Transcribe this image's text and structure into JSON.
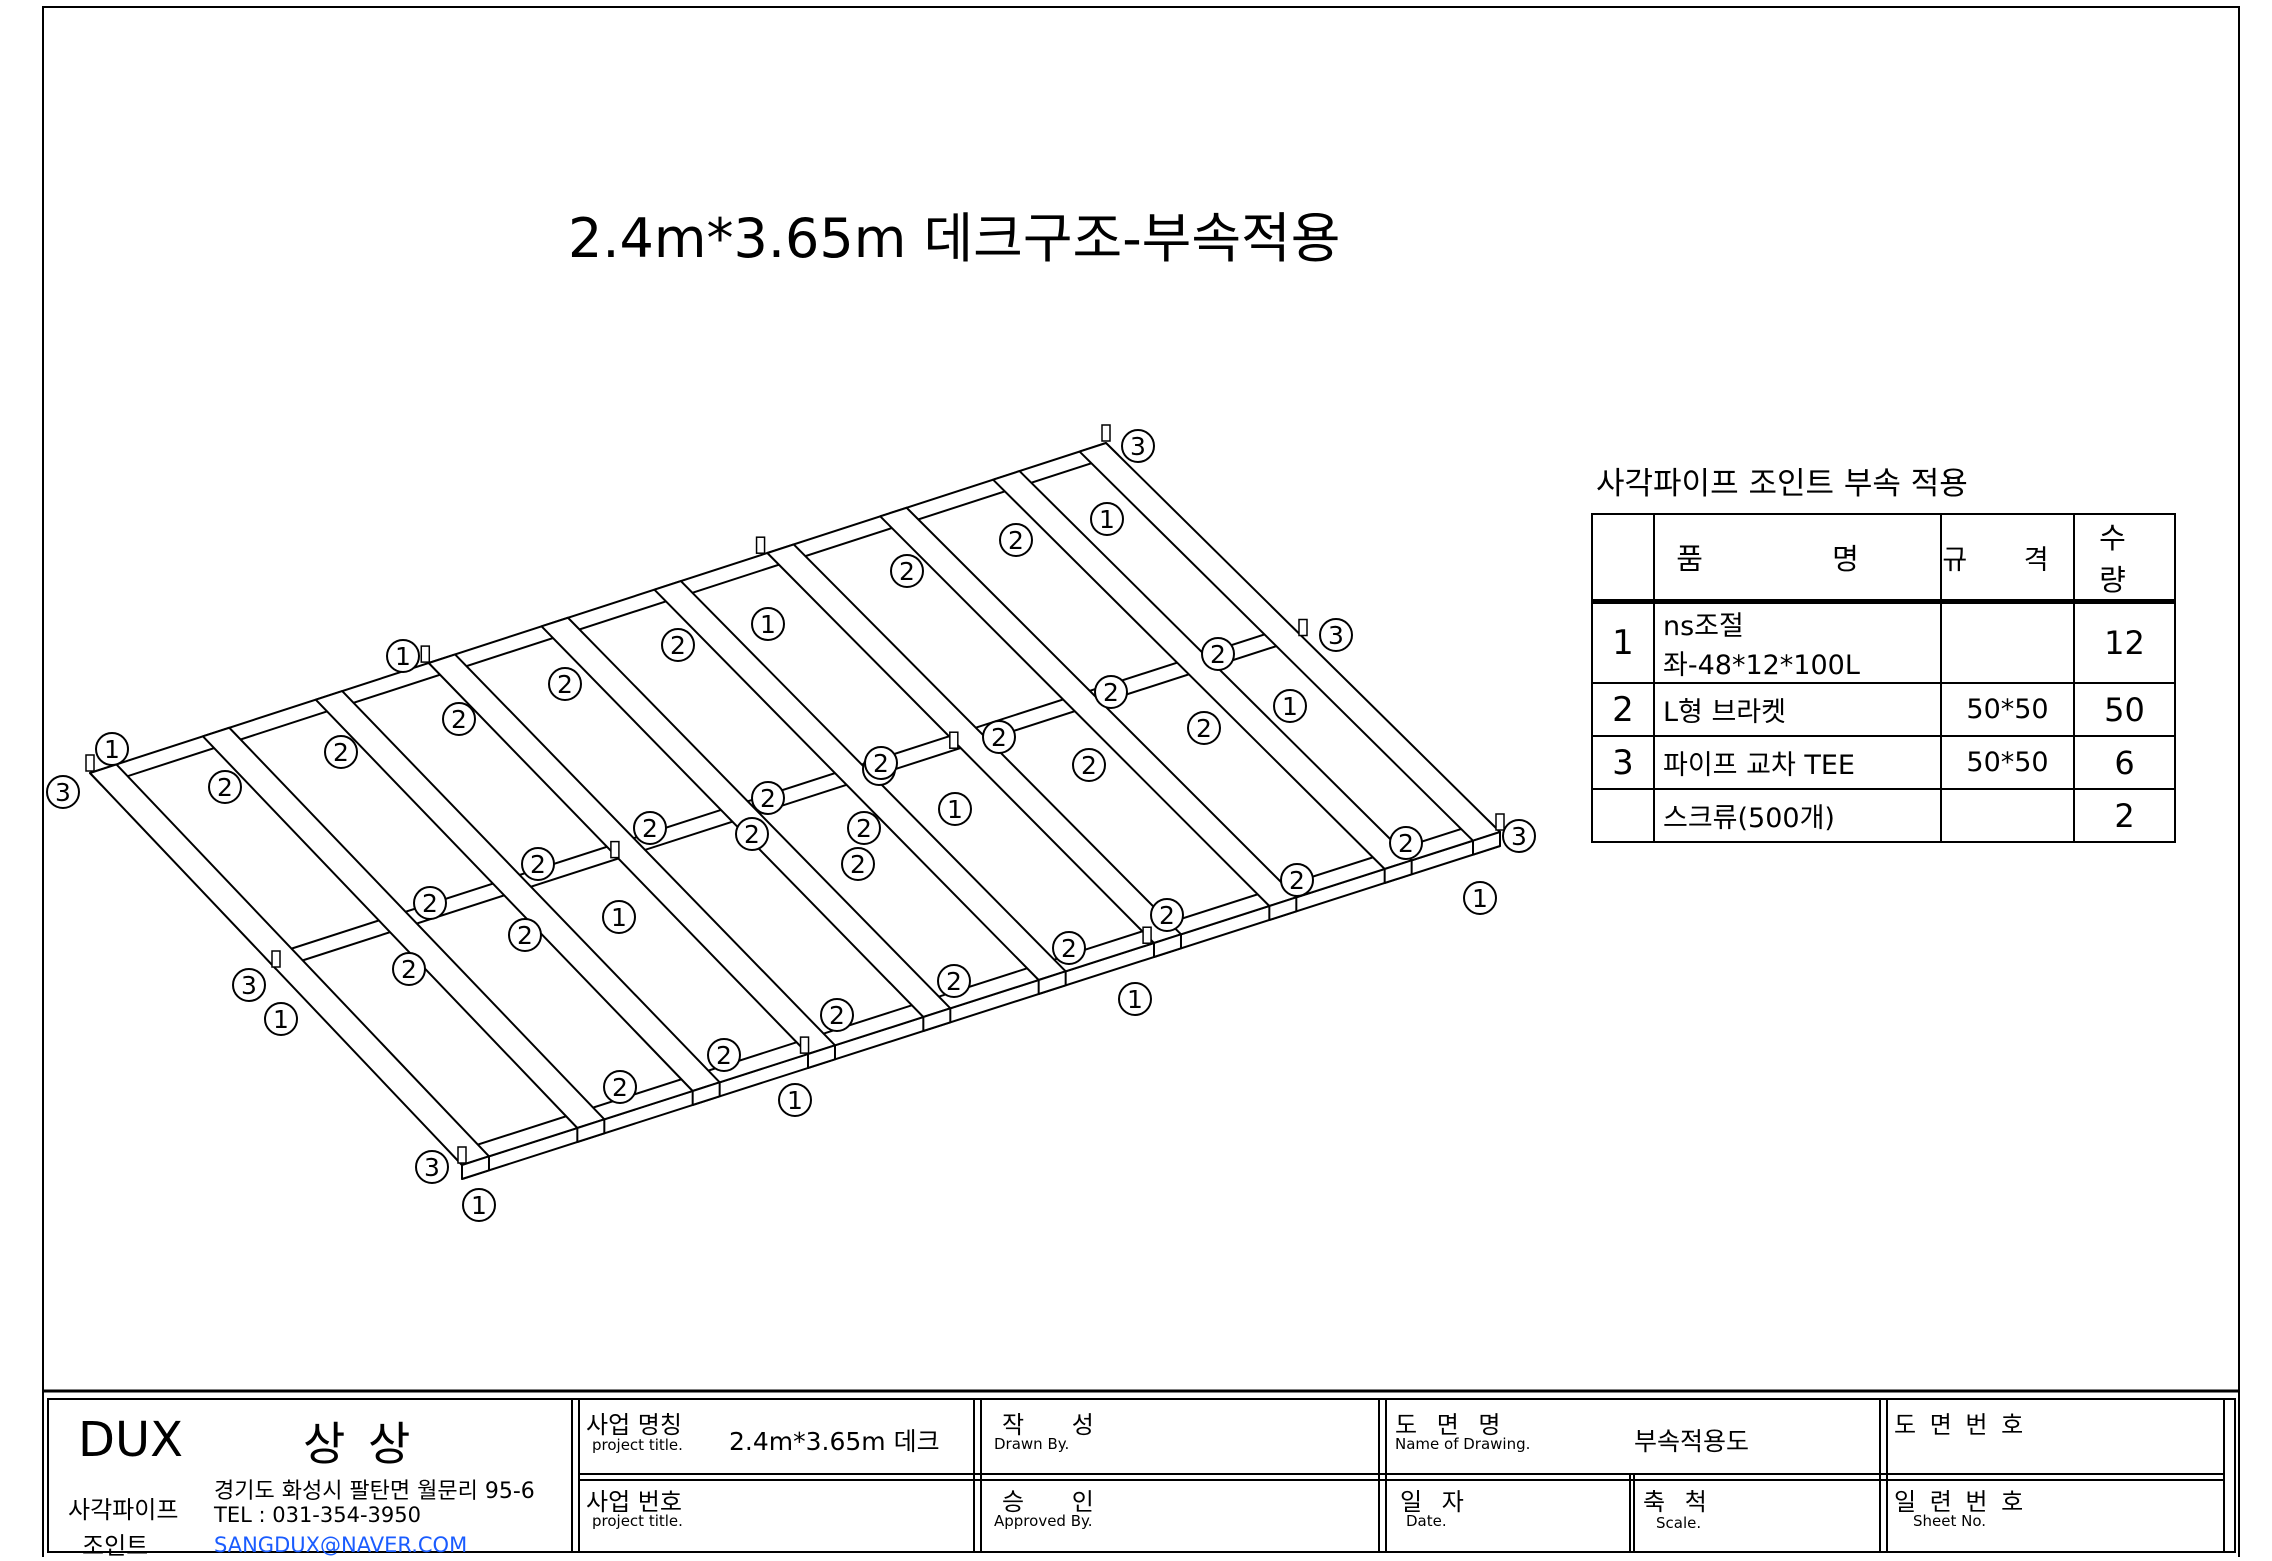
{
  "title": "2.4m*3.65m 데크구조-부속적용",
  "parts_table": {
    "caption": "사각파이프 조인트 부속 적용",
    "headers": [
      "",
      "품 명",
      "규 격",
      "수 량"
    ],
    "rows": [
      {
        "no": "1",
        "name": "ns조절좌-48*12*100L",
        "spec": "",
        "qty": "12"
      },
      {
        "no": "2",
        "name": "L형 브라켓",
        "spec": "50*50",
        "qty": "50"
      },
      {
        "no": "3",
        "name": "파이프 교차 TEE",
        "spec": "50*50",
        "qty": "6"
      },
      {
        "no": "",
        "name": "스크류(500개)",
        "spec": "",
        "qty": "2"
      }
    ]
  },
  "callout_labels": {
    "one": "1",
    "two": "2",
    "three": "3"
  },
  "title_block": {
    "company": "DUX",
    "brand": "상 상",
    "product_line_1": "사각파이프",
    "product_line_2": "조인트",
    "address": "경기도 화성시 팔탄면 월문리 95-6",
    "tel": "TEL : 031-354-3950",
    "email": "SANGDUX@NAVER.COM",
    "project_name_label": "사업 명칭",
    "project_name_sub": "project title.",
    "project_name_value": "2.4m*3.65m 데크",
    "project_no_label": "사업 번호",
    "project_no_sub": "project title.",
    "drawn_label": "작 성",
    "drawn_sub": "Drawn By.",
    "approved_label": "승 인",
    "approved_sub": "Approved By.",
    "drawing_name_label": "도 면 명",
    "drawing_name_sub": "Name of Drawing.",
    "drawing_name_value": "부속적용도",
    "date_label": "일 자",
    "date_sub": "Date.",
    "scale_label": "축 척",
    "scale_sub": "Scale.",
    "drawing_no_label": "도 면 번 호",
    "sheet_no_label": "일 련 번 호",
    "sheet_no_sub": "Sheet No."
  },
  "colors": {
    "line": "#000000",
    "background": "#ffffff",
    "email": "#1a5cff"
  }
}
